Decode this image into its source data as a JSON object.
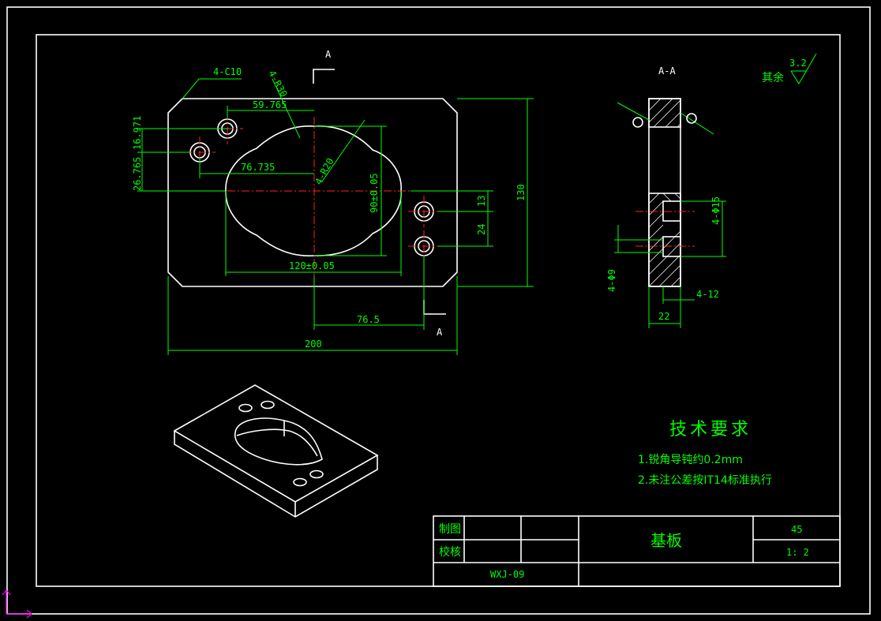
{
  "front_view": {
    "chamfer_label": "4-C10",
    "radius30_label": "4-R30",
    "radius20_label": "4-R20",
    "dim_59765": "59.765",
    "dim_76735": "76.735",
    "dim_26765": "26.765",
    "dim_16971": "16.971",
    "dim_90": "90±0.05",
    "dim_120": "120±0.05",
    "dim_13": "13",
    "dim_24": "24",
    "dim_130": "130",
    "dim_765": "76.5",
    "dim_200": "200",
    "section_mark_top": "A",
    "section_mark_bottom": "A"
  },
  "section_view": {
    "title": "A-A",
    "dim_15": "4-Φ15",
    "dim_9": "4-Φ9",
    "dim_12": "4-12",
    "dim_22": "22"
  },
  "roughness": {
    "prefix": "其余",
    "value": "3.2"
  },
  "requirements": {
    "title": "技术要求",
    "item1": "1.锐角导钝约0.2mm",
    "item2": "2.未注公差按IT14标准执行"
  },
  "title_block": {
    "draw_label": "制图",
    "check_label": "校核",
    "part_name": "基板",
    "material": "45",
    "scale": "1: 2",
    "drawing_no": "WXJ-09"
  },
  "colors": {
    "background": "#000000",
    "outline": "#ffffff",
    "dimension": "#00ff00",
    "centerline": "#ff2020",
    "ucs_icon": "#ff00ff"
  }
}
